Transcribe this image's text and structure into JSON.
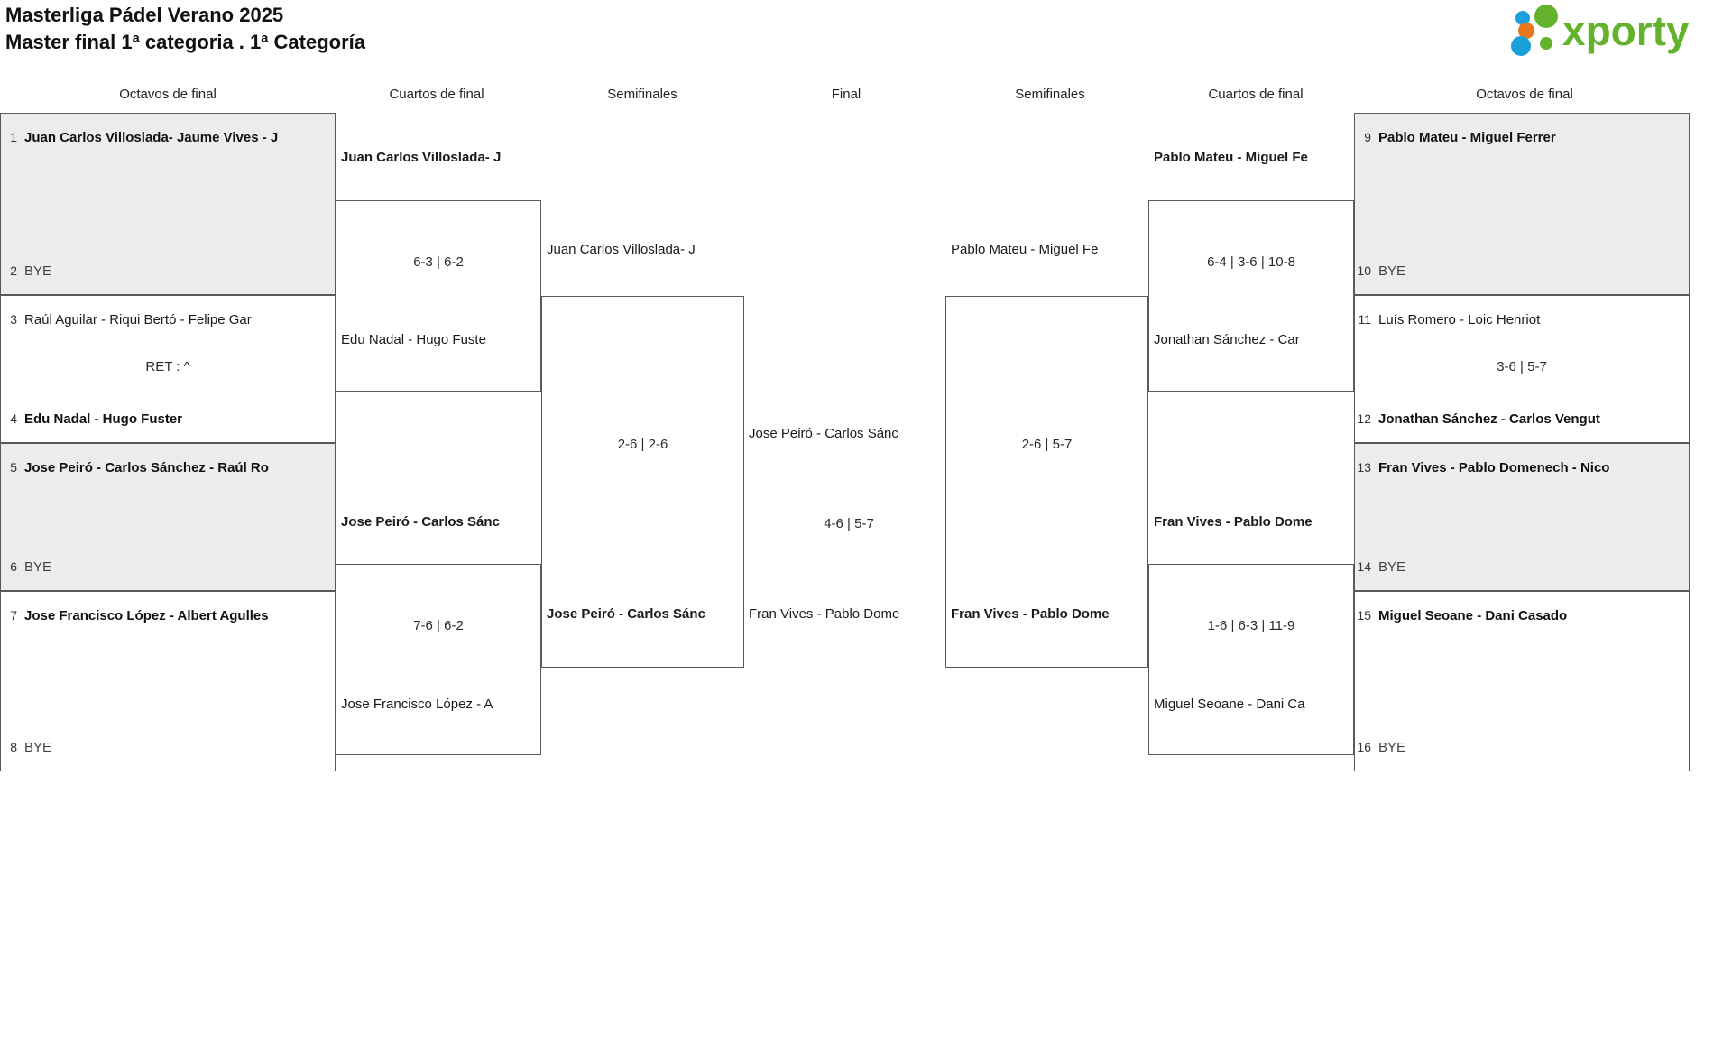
{
  "header": {
    "title_line1": "Masterliga Pádel Verano 2025",
    "title_line2": "Master final 1ª categoria . 1ª Categoría",
    "logo_text": "xporty",
    "logo_colors": {
      "green": "#63b22c",
      "blue": "#1a9fd9",
      "orange": "#e8761a"
    }
  },
  "round_labels": {
    "l_octavos": "Octavos de final",
    "l_cuartos": "Cuartos de final",
    "l_semis": "Semifinales",
    "final": "Final",
    "r_semis": "Semifinales",
    "r_cuartos": "Cuartos de final",
    "r_octavos": "Octavos de final"
  },
  "left": {
    "octavos": [
      {
        "top": {
          "seed": "1",
          "name": "Juan Carlos Villoslada- Jaume Vives - J",
          "winner": true
        },
        "bottom": {
          "seed": "2",
          "name": "BYE",
          "winner": false
        },
        "score": "",
        "shaded": true
      },
      {
        "top": {
          "seed": "3",
          "name": "Raúl Aguilar - Riqui Bertó - Felipe Gar",
          "winner": false
        },
        "bottom": {
          "seed": "4",
          "name": "Edu Nadal - Hugo Fuster",
          "winner": true
        },
        "score": "RET : ^",
        "shaded": false
      },
      {
        "top": {
          "seed": "5",
          "name": "Jose Peiró - Carlos Sánchez - Raúl Ro",
          "winner": true
        },
        "bottom": {
          "seed": "6",
          "name": "BYE",
          "winner": false
        },
        "score": "",
        "shaded": true
      },
      {
        "top": {
          "seed": "7",
          "name": "Jose Francisco López - Albert Agulles",
          "winner": true
        },
        "bottom": {
          "seed": "8",
          "name": "BYE",
          "winner": false
        },
        "score": "",
        "shaded": false
      }
    ],
    "cuartos": [
      {
        "top": {
          "name": "Juan Carlos Villoslada- J",
          "winner": true
        },
        "bottom": {
          "name": "Edu Nadal - Hugo Fuste",
          "winner": false
        },
        "score": "6-3 | 6-2"
      },
      {
        "top": {
          "name": "Jose Peiró - Carlos Sánc",
          "winner": true
        },
        "bottom": {
          "name": "Jose Francisco López - A",
          "winner": false
        },
        "score": "7-6 | 6-2"
      }
    ],
    "semis": [
      {
        "top": {
          "name": "Juan Carlos Villoslada- J",
          "winner": false
        },
        "bottom": {
          "name": "Jose Peiró - Carlos Sánc",
          "winner": true
        },
        "score": "2-6 | 2-6"
      }
    ]
  },
  "final": {
    "left_finalist": {
      "name": "Jose Peiró - Carlos Sánc",
      "winner": false
    },
    "right_finalist": {
      "name": "Fran Vives - Pablo Dome",
      "winner": false
    },
    "score": "4-6 | 5-7"
  },
  "right": {
    "semis": [
      {
        "top": {
          "name": "Pablo Mateu - Miguel Fe",
          "winner": false
        },
        "bottom": {
          "name": "Fran Vives - Pablo Dome",
          "winner": true
        },
        "score": "2-6 | 5-7"
      }
    ],
    "cuartos": [
      {
        "top": {
          "name": "Pablo Mateu - Miguel Fe",
          "winner": true
        },
        "bottom": {
          "name": "Jonathan Sánchez - Car",
          "winner": false
        },
        "score": "6-4 | 3-6 | 10-8"
      },
      {
        "top": {
          "name": "Fran Vives - Pablo Dome",
          "winner": true
        },
        "bottom": {
          "name": "Miguel Seoane - Dani Ca",
          "winner": false
        },
        "score": "1-6 | 6-3 | 11-9"
      }
    ],
    "octavos": [
      {
        "top": {
          "seed": "9",
          "name": "Pablo Mateu - Miguel Ferrer",
          "winner": true
        },
        "bottom": {
          "seed": "10",
          "name": "BYE",
          "winner": false
        },
        "score": "",
        "shaded": true
      },
      {
        "top": {
          "seed": "11",
          "name": "Luís Romero - Loic Henriot",
          "winner": false
        },
        "bottom": {
          "seed": "12",
          "name": "Jonathan Sánchez - Carlos Vengut",
          "winner": true
        },
        "score": "3-6 | 5-7",
        "shaded": false
      },
      {
        "top": {
          "seed": "13",
          "name": "Fran Vives - Pablo Domenech - Nico ",
          "winner": true
        },
        "bottom": {
          "seed": "14",
          "name": "BYE",
          "winner": false
        },
        "score": "",
        "shaded": true
      },
      {
        "top": {
          "seed": "15",
          "name": "Miguel Seoane - Dani Casado",
          "winner": true
        },
        "bottom": {
          "seed": "16",
          "name": "BYE",
          "winner": false
        },
        "score": "",
        "shaded": false
      }
    ]
  }
}
